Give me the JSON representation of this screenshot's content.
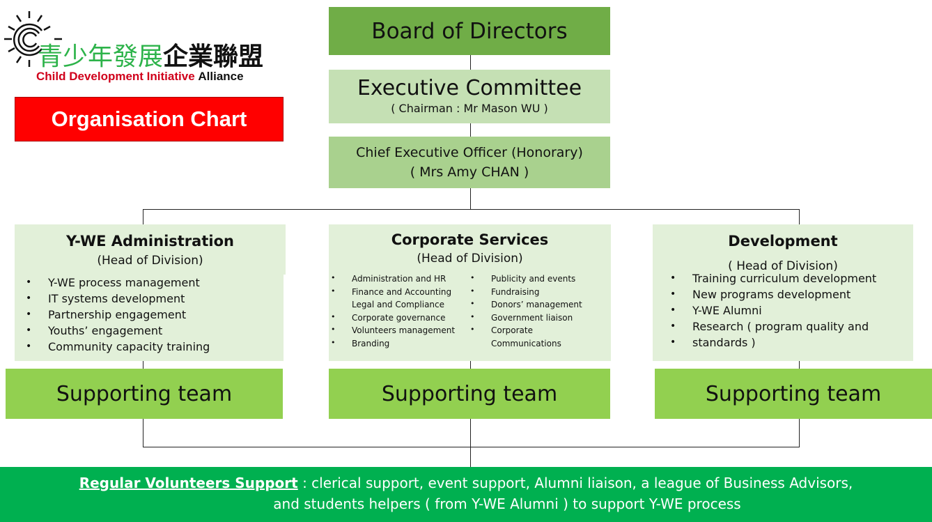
{
  "logo": {
    "chinese_green": "青少年發展",
    "chinese_black": "企業聯盟",
    "english_red": "Child Development Initiative",
    "english_black": "Alliance",
    "icon": "sun-icon"
  },
  "title": "Organisation Chart",
  "board": "Board of Directors",
  "exec": {
    "title": "Executive Committee",
    "chairman": "( Chairman : Mr Mason WU )"
  },
  "ceo": {
    "title": "Chief Executive Officer (Honorary)",
    "name": "( Mrs Amy CHAN )"
  },
  "divisions": {
    "admin": {
      "title": "Y-WE Administration",
      "head": "(Head of Division)",
      "items": [
        "Y-WE process management",
        "IT systems development",
        "Partnership engagement",
        "Youths’ engagement",
        "Community capacity training"
      ]
    },
    "corporate": {
      "title": "Corporate Services",
      "head": "(Head of Division)",
      "col1": [
        "Administration and HR",
        "Finance and Accounting",
        "Legal  and Compliance",
        "Corporate governance",
        "Volunteers management",
        "Branding"
      ],
      "col2": [
        "Publicity and events",
        "Fundraising",
        "Donors’ management",
        "Government liaison",
        "Corporate",
        "Communications"
      ]
    },
    "development": {
      "title": "Development",
      "head": "( Head of Division)",
      "items": [
        "Training curriculum development",
        "New programs development",
        "Y-WE Alumni",
        "Research ( program quality and",
        "standards )"
      ]
    }
  },
  "supporting_team": "Supporting team",
  "volunteers": {
    "label": "Regular Volunteers Support",
    "text1": " : clerical support, event support, Alumni liaison, a league of Business Advisors,",
    "text2": "and students helpers ( from Y-WE Alumni ) to support Y-WE process"
  },
  "colors": {
    "board": "#70ad47",
    "exec": "#c5e0b4",
    "ceo": "#a9d18e",
    "panel": "#e2f0d9",
    "support": "#92d050",
    "bottom": "#00b050",
    "title_bg": "#ff0000"
  }
}
